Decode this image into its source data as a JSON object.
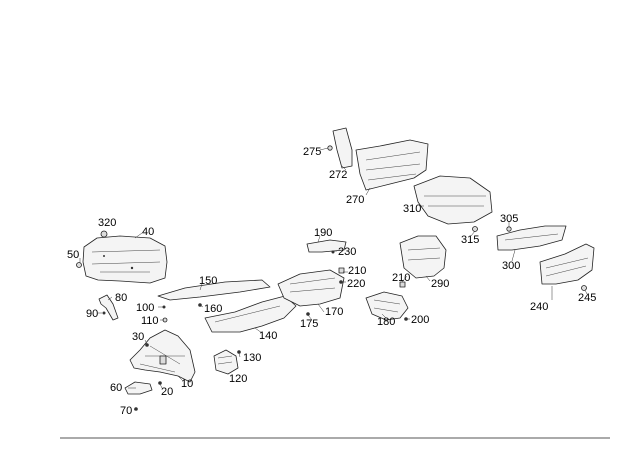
{
  "diagram": {
    "callouts": {
      "c10": "10",
      "c20": "20",
      "c30": "30",
      "c40": "40",
      "c50": "50",
      "c60": "60",
      "c70": "70",
      "c80": "80",
      "c90": "90",
      "c100": "100",
      "c110": "110",
      "c120": "120",
      "c130": "130",
      "c140": "140",
      "c150": "150",
      "c160": "160",
      "c170": "170",
      "c175": "175",
      "c180": "180",
      "c190": "190",
      "c200": "200",
      "c210a": "210",
      "c210b": "210",
      "c220": "220",
      "c230": "230",
      "c240": "240",
      "c245": "245",
      "c270": "270",
      "c272": "272",
      "c275": "275",
      "c290": "290",
      "c300": "300",
      "c305": "305",
      "c310": "310",
      "c315": "315",
      "c320": "320"
    }
  }
}
